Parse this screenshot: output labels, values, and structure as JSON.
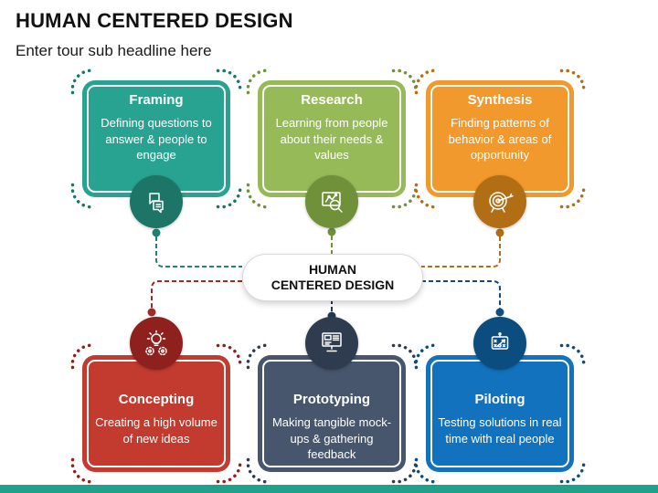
{
  "slide": {
    "title": "HUMAN CENTERED DESIGN",
    "subtitle": "Enter tour sub headline here",
    "accent_bar_color": "#1FA289"
  },
  "center_pill": {
    "line1": "HUMAN",
    "line2": "CENTERED DESIGN"
  },
  "cards": [
    {
      "title": "Framing",
      "description": "Defining questions to answer & people to engage",
      "color": "#28A392",
      "dark_color": "#1C7567",
      "icon": "chat-bubbles-icon"
    },
    {
      "title": "Research",
      "description": "Learning from people about their needs & values",
      "color": "#97BA59",
      "dark_color": "#70903A",
      "icon": "chart-magnifier-icon"
    },
    {
      "title": "Synthesis",
      "description": "Finding patterns of behavior & areas of opportunity",
      "color": "#F2992E",
      "dark_color": "#B26E14",
      "icon": "target-arrow-icon"
    },
    {
      "title": "Concepting",
      "description": "Creating a high volume of new ideas",
      "color": "#C23B2E",
      "dark_color": "#8E211D",
      "icon": "lightbulb-gears-icon"
    },
    {
      "title": "Prototyping",
      "description": "Making tangible mock-ups & gathering feedback",
      "color": "#47566C",
      "dark_color": "#2F3B4E",
      "icon": "wireframe-monitor-icon"
    },
    {
      "title": "Piloting",
      "description": "Testing solutions in real time with real people",
      "color": "#1272BE",
      "dark_color": "#0C4D80",
      "icon": "strategy-board-icon"
    }
  ],
  "connectors": {
    "framing": "#1E8273",
    "research": "#70903A",
    "synthesis": "#B26E14",
    "concepting": "#9E2B25",
    "prototyping": "#24384E",
    "piloting": "#0D4E87"
  }
}
